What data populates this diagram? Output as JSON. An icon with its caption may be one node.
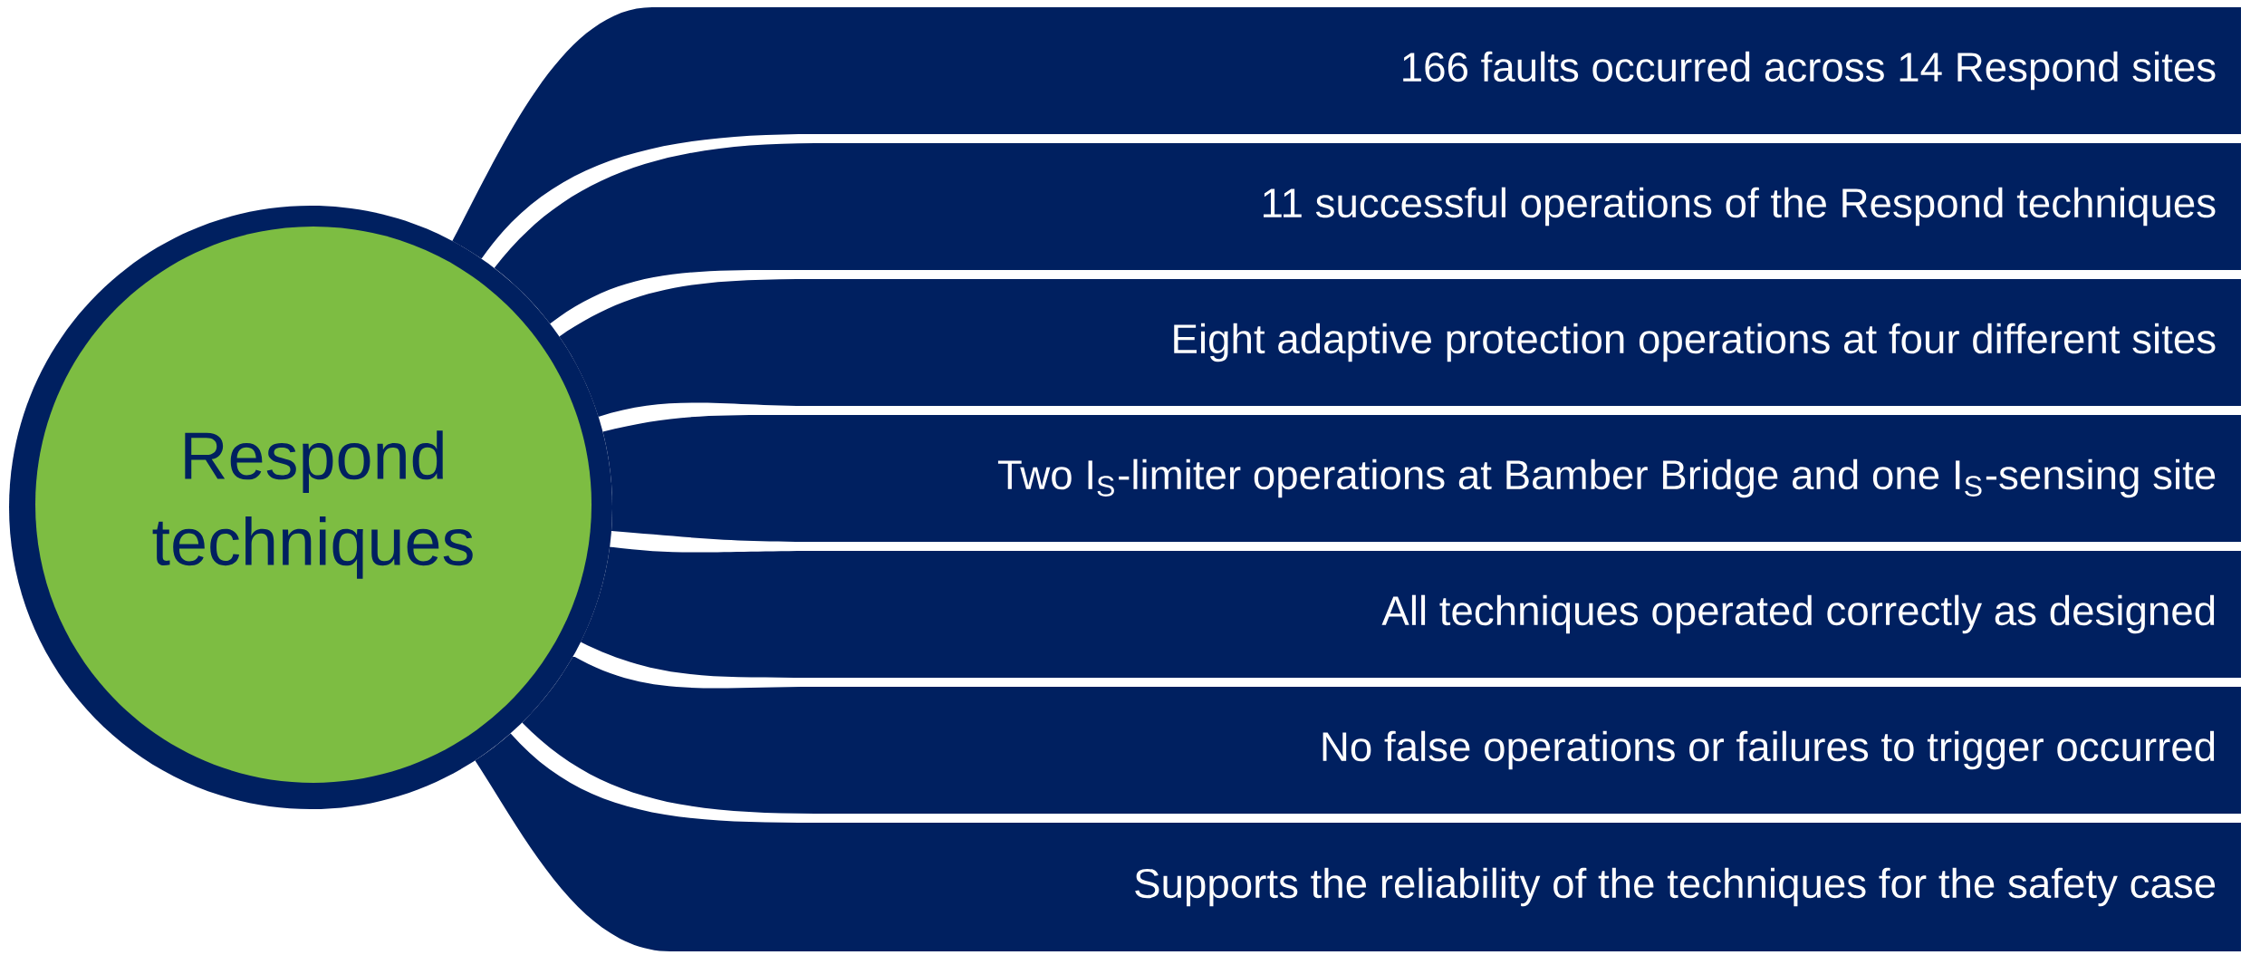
{
  "diagram": {
    "nodes": [
      {
        "text": [
          "Respond techniques"
        ]
      },
      {
        "text": [
          "166 faults occurred across 14 Respond sites"
        ]
      },
      {
        "text": [
          "11 successful operations of the Respond techniques"
        ]
      },
      {
        "text": [
          "Eight adaptive protection operations at four different sites"
        ]
      },
      {
        "text": [
          "Two I$_{S}$-limiter operations at Bamber Bridge and one I$_{S}$-sensing site"
        ]
      },
      {
        "text": [
          "All techniques operated correctly as designed"
        ]
      },
      {
        "text": [
          "No false operations or failures to trigger occurred"
        ]
      },
      {
        "text": [
          "Supports the reliability of the techniques for the safety case"
        ]
      }
    ]
  }
}
